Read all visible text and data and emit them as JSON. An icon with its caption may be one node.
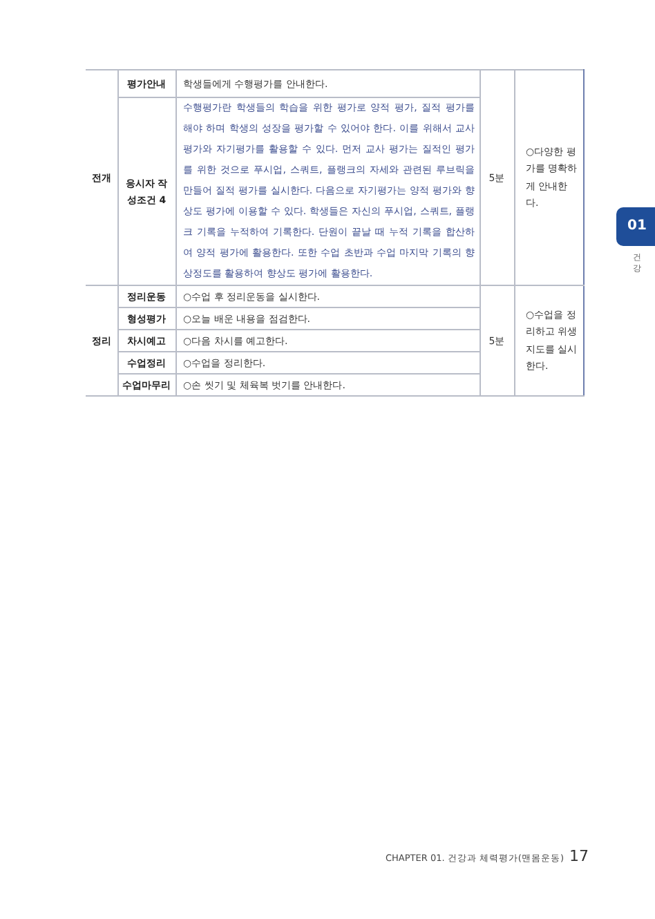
{
  "diagram": {
    "labels": [
      "전개",
      "평가안내",
      "학생들에게 수행평가를 안내한다.",
      "5분",
      "○다양한 평가를 명확하게 안내한다.",
      "응시자 작성조건 4",
      "수행평가란 학생들의 학습을 위한 평가로 양적 평가, 질적 평가를 해야 하며 학생의 성장을 평가할 수 있어야 한다. 이를 위해서 교사 평가와 자기평가를 활용할 수 있다. 먼저 교사 평가는 질적인 평가를 위한 것으로 푸시업, 스쿼트, 플랭크의 자세와 관련된 루브릭을 만들어 질적 평가를 실시한다. 다음으로 자기평가는 양적 평가와 향상도 평가에 이용할 수 있다. 학생들은 자신의 푸시업, 스쿼트, 플랭크 기록을 누적하여 기록한다. 단원이 끝날 때 누적 기록을 합산하여 양적 평가에 활용한다. 또한 수업 초반과 수업 마지막 기록의 향상정도를 활용하여 향상도 평가에 활용한다.",
      "정리",
      "정리운동",
      "○수업 후 정리운동을 실시한다.",
      "5분",
      "○수업을 정리하고 위생지도를 실시한다.",
      "형성평가",
      "○오늘 배운 내용을 점검한다.",
      "차시예고",
      "○다음 차시를 예고한다.",
      "수업정리",
      "○수업을 정리한다.",
      "수업마무리",
      "○손 씻기 및 체육복 벗기를 안내한다.",
      "01",
      "건강",
      "CHAPTER 01. 건강과 체력평가(맨몸운동)",
      "17"
    ]
  }
}
